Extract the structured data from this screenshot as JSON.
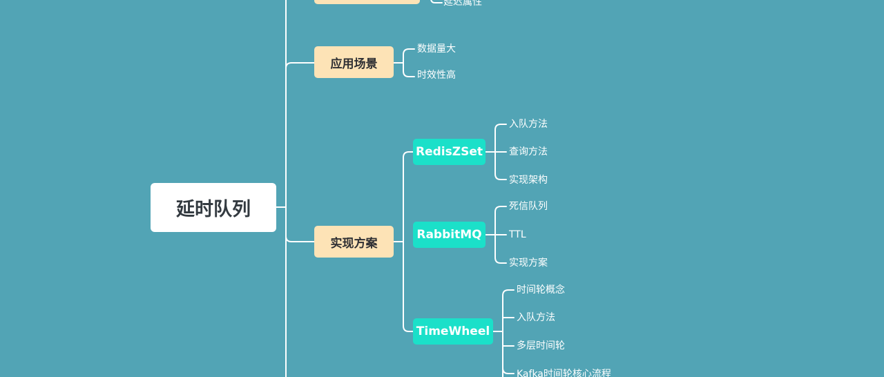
{
  "diagram": {
    "root": {
      "label": "延时队列"
    },
    "top_partial": {
      "leaf": "延迟属性"
    },
    "scenarios": {
      "label": "应用场景",
      "leaves": [
        "数据量大",
        "时效性高"
      ]
    },
    "solutions": {
      "label": "实现方案",
      "redis": {
        "label": "RedisZSet",
        "leaves": [
          "入队方法",
          "查询方法",
          "实现架构"
        ]
      },
      "rabbit": {
        "label": "RabbitMQ",
        "leaves": [
          "死信队列",
          "TTL",
          "实现方案"
        ]
      },
      "timewheel": {
        "label": "TimeWheel",
        "leaves": [
          "时间轮概念",
          "入队方法",
          "多层时间轮",
          "Kafka时间轮核心流程"
        ]
      }
    }
  },
  "colors": {
    "background": "#52a4b5",
    "root_fill": "#ffffff",
    "level1_fill": "#fde3b6",
    "level2_fill": "#1be0c9",
    "line": "#ffffff"
  }
}
